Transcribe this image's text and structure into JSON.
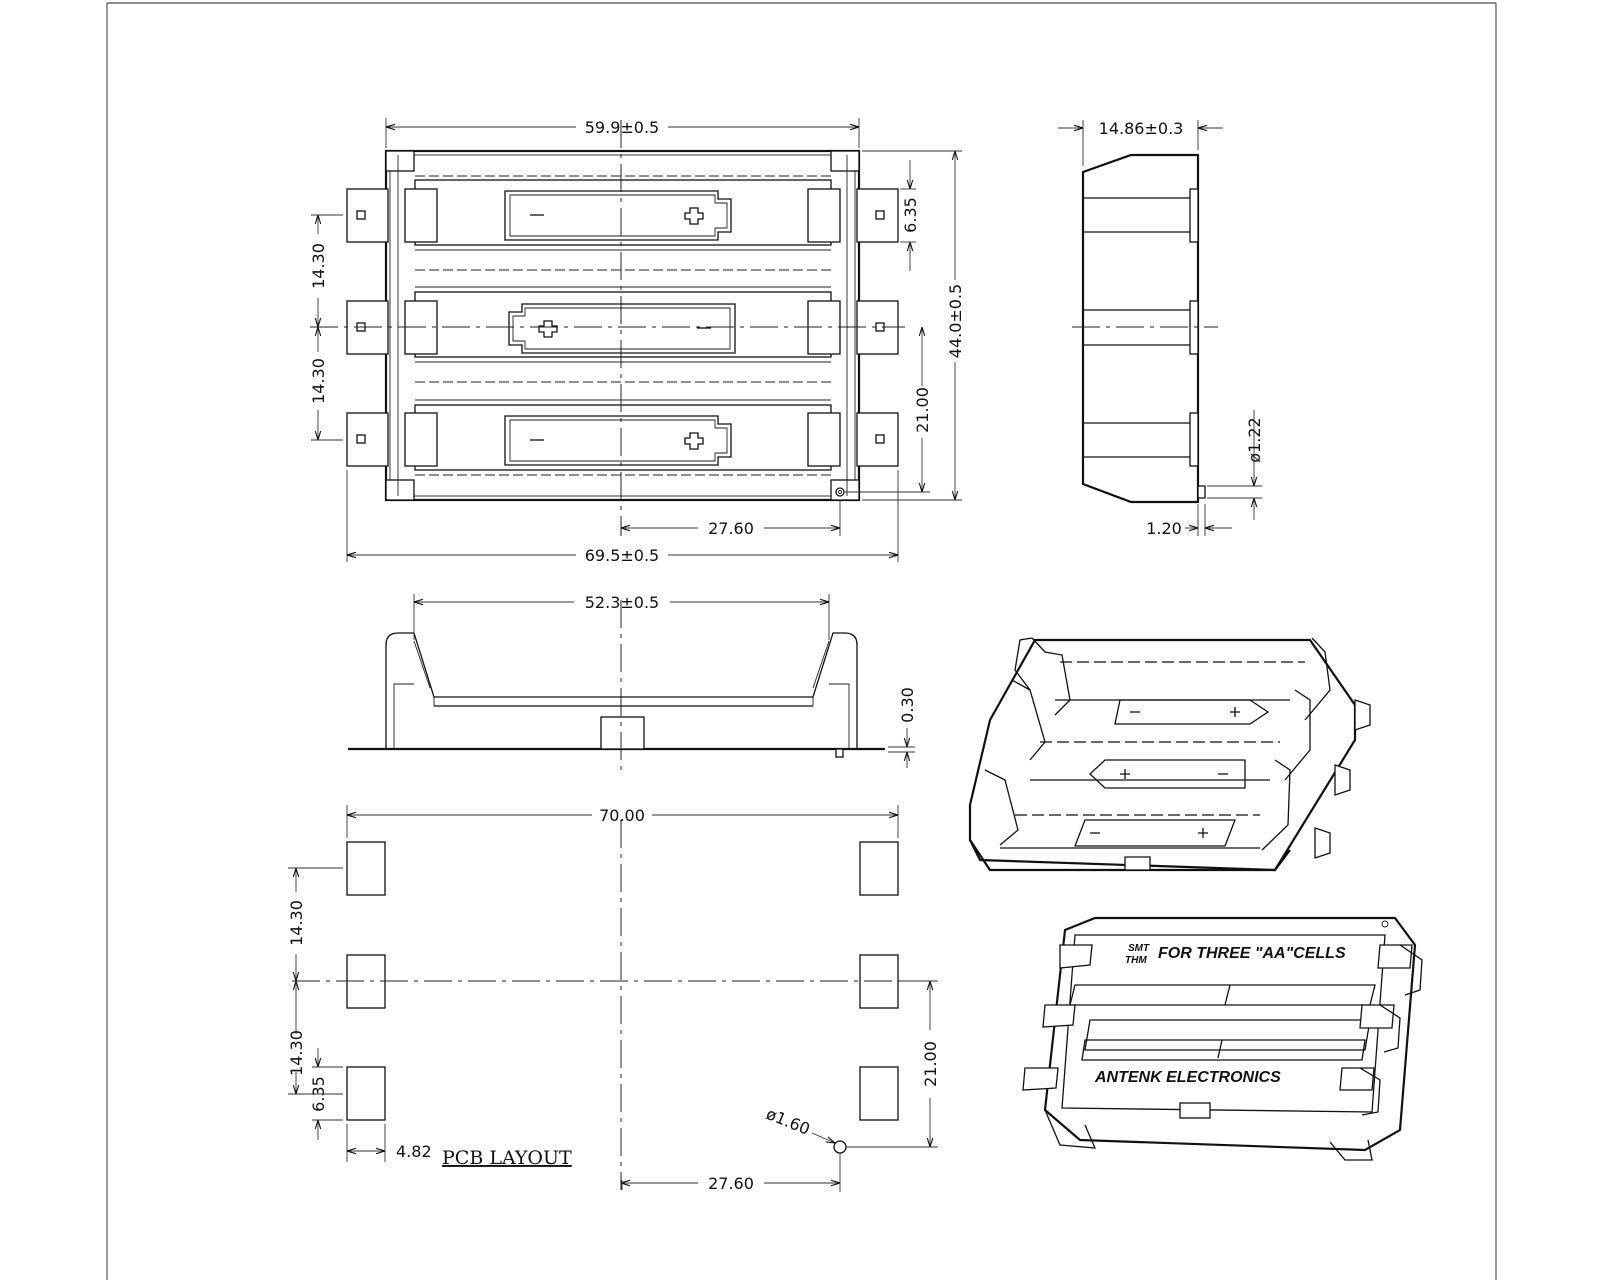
{
  "dimensions": {
    "top_width": "59.9±0.5",
    "side_depth": "14.86±0.3",
    "tab_pitch_upper": "14.30",
    "tab_pitch_lower": "14.30",
    "tab_width": "6.35",
    "overall_height": "44.0±0.5",
    "pin_offset_y": "21.00",
    "pin_dia": "ø1.22",
    "pin_len": "1.20",
    "pin_offset_x": "27.60",
    "overall_width": "69.5±0.5",
    "inner_width": "52.3±0.5",
    "base_thickness": "0.30"
  },
  "pcb_layout": {
    "title": "PCB LAYOUT",
    "pad_span": "70.00",
    "pitch_upper": "14.30",
    "pitch_lower": "14.30",
    "pad_height": "6.35",
    "pad_width": "4.82",
    "hole_dia": "ø1.60",
    "hole_offset_y": "21.00",
    "hole_offset_x": "27.60"
  },
  "product_labels": {
    "mount_top": "SMT",
    "mount_bottom": "THM",
    "description": "FOR THREE \"AA\"CELLS",
    "manufacturer": "ANTENK ELECTRONICS"
  },
  "colors": {
    "line": "#111111",
    "background": "#ffffff"
  }
}
